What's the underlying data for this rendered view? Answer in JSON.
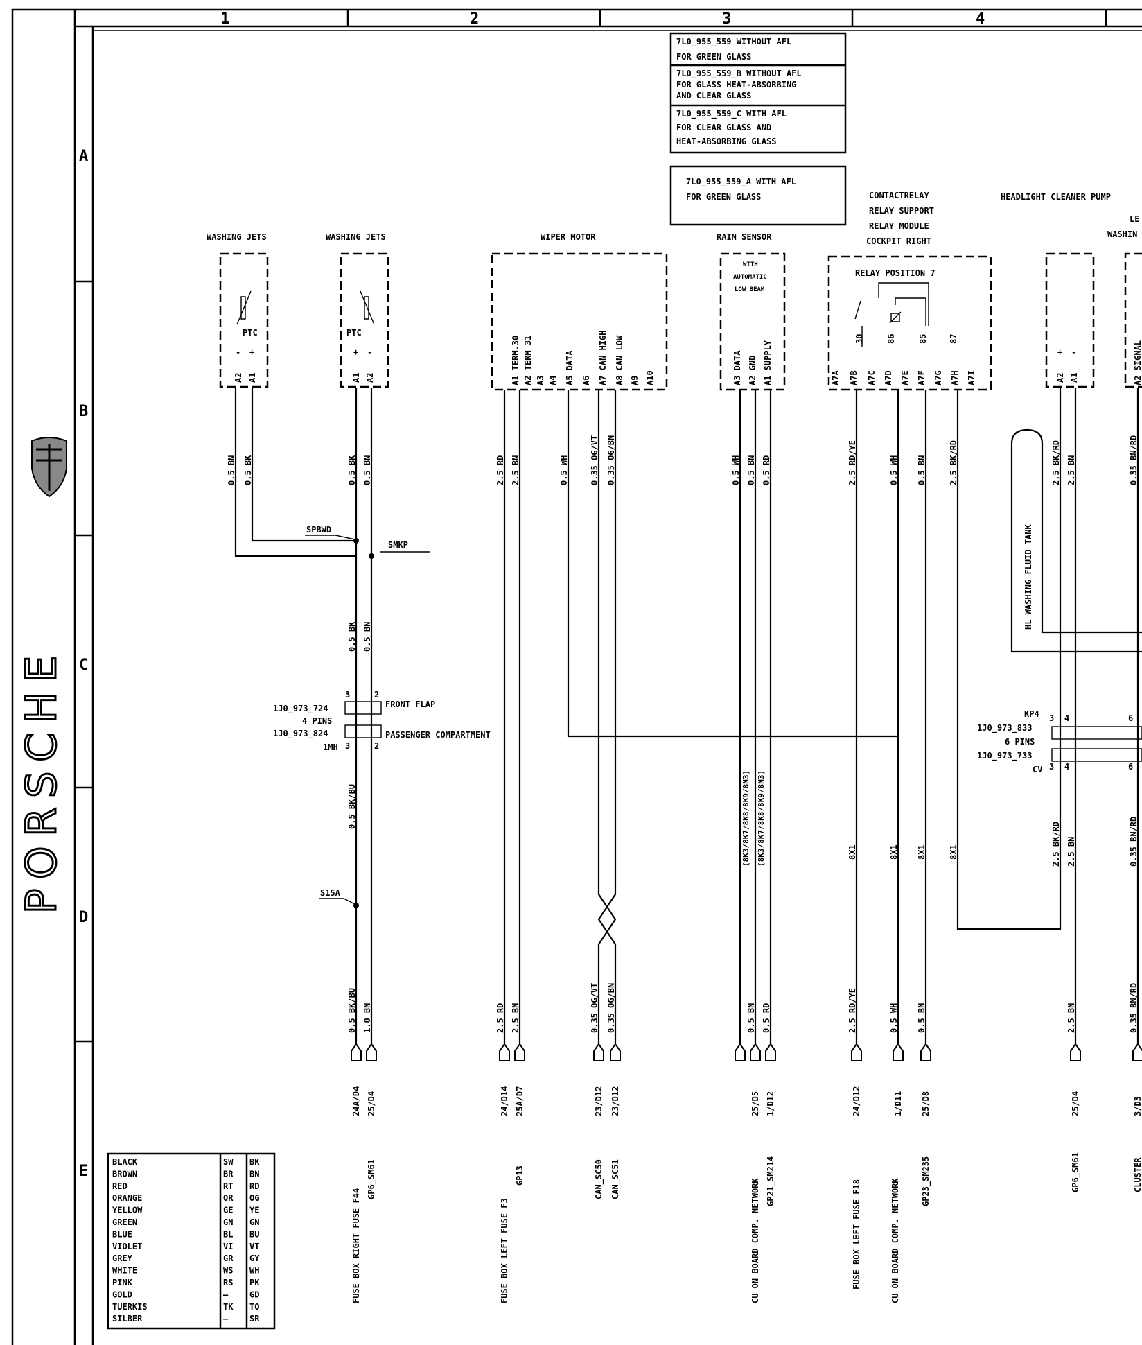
{
  "grid": {
    "columns": [
      "1",
      "2",
      "3",
      "4"
    ],
    "rows": [
      "A",
      "B",
      "C",
      "D",
      "E"
    ]
  },
  "brand": {
    "name": "PORSCHE",
    "crest": "porsche-crest-icon"
  },
  "part_notes": [
    {
      "line1": "7L0_955_559 WITHOUT AFL",
      "line2": "FOR GREEN GLASS",
      "line3": ""
    },
    {
      "line1": "7L0_955_559_B WITHOUT AFL",
      "line2": "FOR GLASS HEAT-ABSORBING",
      "line3": "AND  CLEAR GLASS"
    },
    {
      "line1": "7L0_955_559_C WITH AFL",
      "line2": "FOR CLEAR GLASS AND",
      "line3": "HEAT-ABSORBING GLASS"
    }
  ],
  "part_note_a": {
    "line1": "7L0_955_559_A WITH AFL",
    "line2": "FOR  GREEN  GLASS"
  },
  "components": {
    "washing_jets_1": {
      "title": "WASHING JETS",
      "element": "PTC",
      "pins": [
        "A2",
        "A1"
      ],
      "pin_signs": [
        "-",
        "+"
      ]
    },
    "washing_jets_2": {
      "title": "WASHING JETS",
      "element": "PTC",
      "pins": [
        "A1",
        "A2"
      ],
      "pin_signs": [
        "+",
        "-"
      ]
    },
    "wiper_motor": {
      "title": "WIPER MOTOR",
      "pins": [
        "A1 TERM.30",
        "A2 TERM 31",
        "A3",
        "A4",
        "A5 DATA",
        "A6",
        "A7 CAN HIGH",
        "A8 CAN LOW",
        "A9",
        "A10"
      ]
    },
    "rain_sensor": {
      "title": "RAIN SENSOR",
      "note1": "WITH",
      "note2": "AUTOMATIC",
      "note3": "LOW BEAM",
      "pins": [
        "A3 DATA",
        "A2 GND",
        "A1 SUPPLY"
      ]
    },
    "relay": {
      "title1": "CONTACTRELAY",
      "title2": "RELAY SUPPORT",
      "title3": "RELAY MODULE",
      "title4": "COCKPIT  RIGHT",
      "position": "RELAY POSITION  7",
      "pins": [
        "A7A",
        "A7B",
        "A7C",
        "A7D",
        "A7E",
        "A7F",
        "A7G",
        "A7H",
        "A7I"
      ],
      "terms": [
        "30",
        "86",
        "85",
        "87"
      ]
    },
    "headlight_pump": {
      "title": "HEADLIGHT CLEANER PUMP",
      "pins": [
        "A2",
        "A1"
      ],
      "pin_signs": [
        "+",
        "-"
      ]
    },
    "partial_right": {
      "title1": "LE",
      "title2": "WASHIN",
      "pin": "A2 SIGNAL"
    },
    "fluid_tank": {
      "label": "HL WASHING FLUID TANK"
    }
  },
  "splices": {
    "spbwd": "SPBWD",
    "smkp": "SMKP",
    "s15a": "S15A"
  },
  "connector_left": {
    "part1": "1J0_973_724",
    "pins": "4 PINS",
    "part2": "1J0_973_824",
    "code": "1MH",
    "label_top": "FRONT FLAP",
    "label_bottom": "PASSENGER COMPARTMENT",
    "n3": "3",
    "n2": "2"
  },
  "connector_right": {
    "code_top": "KP4",
    "part1": "1J0_973_833",
    "pins": "6 PINS",
    "part2": "1J0_973_733",
    "code_bottom": "CV",
    "n3": "3",
    "n4": "4",
    "n6": "6"
  },
  "wires_top": [
    "0.5 BN",
    "0.5 BK",
    "0.5 BK",
    "0.5 BN",
    "2.5 RD",
    "2.5 BN",
    "0.5 WH",
    "0.35 OG/VT",
    "0.35 OG/BN",
    "0.5 WH",
    "0.5 BN",
    "0.5 RD",
    "2.5 RD/YE",
    "0.5 WH",
    "0.5 BN",
    "2.5 BK/RD",
    "2.5 BK/RD",
    "2.5 BN",
    "0.35 BN/RD"
  ],
  "wires_mid": [
    "0.5 BK",
    "0.5 BN",
    "0.5 BK/BU",
    "(8K3/8K7/8K8/8K9/8N3)",
    "(8K3/8K7/8K8/8K9/8N3)",
    "8X1",
    "8X1",
    "8X1",
    "8X1",
    "2.5 BK/RD",
    "2.5 BN",
    "0.35 BN/RD"
  ],
  "wires_bottom": [
    "0.5 BK/BU",
    "1.0 BN",
    "2.5 RD",
    "2.5 BN",
    "0.35 OG/VT",
    "0.35 OG/BN",
    "0.5 BN",
    "0.5 RD",
    "2.5 RD/YE",
    "0.5 WH",
    "0.5 BN",
    "2.5 BN",
    "0.35 BN/RD"
  ],
  "terminals": [
    "24A/D4",
    "25/D4",
    "24/D14",
    "25A/D7",
    "23/D12",
    "23/D12",
    "25/D5",
    "1/D12",
    "24/D12",
    "1/D11",
    "25/D8",
    "25/D4",
    "3/D3"
  ],
  "destinations": [
    {
      "a": "FUSE BOX  RIGHT  FUSE F44",
      "b": "GP6_SM61"
    },
    {
      "a": "FUSE BOX  LEFT  FUSE F3",
      "b": "GP13"
    },
    {
      "a": "CAN_SC50",
      "b": "CAN_SC51"
    },
    {
      "a": "CU ON BOARD COMP. NETWORK",
      "b": "GP21_SM214"
    },
    {
      "a": "FUSE BOX LEFT FUSE F18",
      "b": ""
    },
    {
      "a": "CU ON BOARD COMP. NETWORK",
      "b": ""
    },
    {
      "a": "GP23_SM235",
      "b": ""
    },
    {
      "a": "GP6_SM61",
      "b": ""
    },
    {
      "a": "CLUSTER",
      "b": ""
    }
  ],
  "legend": [
    [
      "BLACK",
      "SW",
      "BK"
    ],
    [
      "BROWN",
      "BR",
      "BN"
    ],
    [
      "RED",
      "RT",
      "RD"
    ],
    [
      "ORANGE",
      "OR",
      "OG"
    ],
    [
      "YELLOW",
      "GE",
      "YE"
    ],
    [
      "GREEN",
      "GN",
      "GN"
    ],
    [
      "BLUE",
      "BL",
      "BU"
    ],
    [
      "VIOLET",
      "VI",
      "VT"
    ],
    [
      "GREY",
      "GR",
      "GY"
    ],
    [
      "WHITE",
      "WS",
      "WH"
    ],
    [
      "PINK",
      "RS",
      "PK"
    ],
    [
      "GOLD",
      "—",
      "GD"
    ],
    [
      "TUERKIS",
      "TK",
      "TQ"
    ],
    [
      "SILBER",
      "—",
      "SR"
    ]
  ]
}
